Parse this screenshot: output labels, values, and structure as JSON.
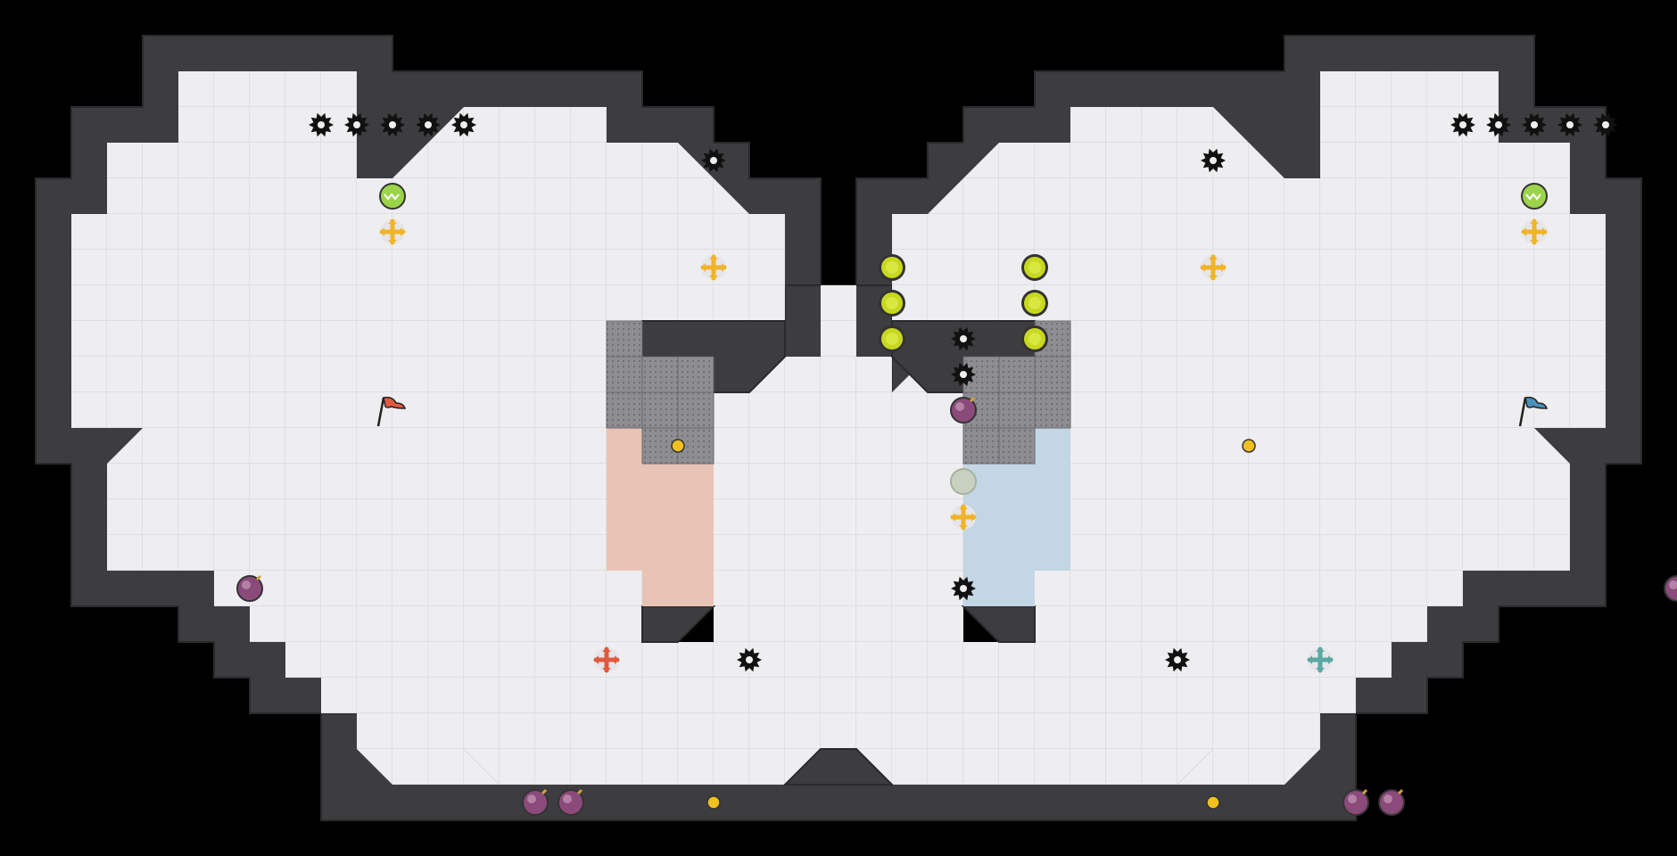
{
  "map": {
    "grid": {
      "cols": 46,
      "rows": 23
    },
    "colors": {
      "background": "#000000",
      "floor": "#eeeef0",
      "grid_line": "#d4d4d8",
      "wall": "#3d3d40",
      "wall_edge": "#2a2a2c",
      "red_zone": "#e8c4b6",
      "blue_zone": "#c2d6e4",
      "red_team": "#e05a40",
      "blue_team": "#4a90b8",
      "spike": "#111111",
      "boost": "#f0b429",
      "bomb": "#8a4a7a",
      "button": "#f0c020",
      "gate_on": "#c8d820",
      "powerup": "#9bd44a",
      "mine": "#c8d0c0"
    },
    "elements": [
      {
        "type": "spike",
        "col": 4,
        "row": 1
      },
      {
        "type": "spike",
        "col": 5,
        "row": 1
      },
      {
        "type": "spike",
        "col": 6,
        "row": 1
      },
      {
        "type": "spike",
        "col": 7,
        "row": 1
      },
      {
        "type": "spike",
        "col": 8,
        "row": 1
      },
      {
        "type": "spike",
        "col": 15,
        "row": 2
      },
      {
        "type": "spike",
        "col": 36,
        "row": 1
      },
      {
        "type": "spike",
        "col": 37,
        "row": 1
      },
      {
        "type": "spike",
        "col": 38,
        "row": 1
      },
      {
        "type": "spike",
        "col": 39,
        "row": 1
      },
      {
        "type": "spike",
        "col": 40,
        "row": 1
      },
      {
        "type": "spike",
        "col": 29,
        "row": 2
      },
      {
        "type": "spike",
        "col": 22,
        "row": 7
      },
      {
        "type": "spike",
        "col": 22,
        "row": 8
      },
      {
        "type": "spike",
        "col": 22,
        "row": 14
      },
      {
        "type": "spike",
        "col": 16,
        "row": 16
      },
      {
        "type": "spike",
        "col": 28,
        "row": 16
      },
      {
        "type": "powerup",
        "col": 6,
        "row": 3
      },
      {
        "type": "powerup",
        "col": 38,
        "row": 3
      },
      {
        "type": "boost",
        "variant": "yellow",
        "col": 6,
        "row": 4
      },
      {
        "type": "boost",
        "variant": "yellow",
        "col": 15,
        "row": 5
      },
      {
        "type": "boost",
        "variant": "yellow",
        "col": 29,
        "row": 5
      },
      {
        "type": "boost",
        "variant": "yellow",
        "col": 38,
        "row": 4
      },
      {
        "type": "boost",
        "variant": "yellow",
        "col": 22,
        "row": 12
      },
      {
        "type": "boost",
        "variant": "red",
        "col": 12,
        "row": 16
      },
      {
        "type": "boost",
        "variant": "blue",
        "col": 32,
        "row": 16
      },
      {
        "type": "gate",
        "col": 20,
        "row": 5
      },
      {
        "type": "gate",
        "col": 20,
        "row": 6
      },
      {
        "type": "gate",
        "col": 20,
        "row": 7
      },
      {
        "type": "gate",
        "col": 24,
        "row": 5
      },
      {
        "type": "gate",
        "col": 24,
        "row": 6
      },
      {
        "type": "gate",
        "col": 24,
        "row": 7
      },
      {
        "type": "flag",
        "team": "red",
        "col": 6,
        "row": 9
      },
      {
        "type": "flag",
        "team": "blue",
        "col": 38,
        "row": 9
      },
      {
        "type": "button",
        "col": 14,
        "row": 10
      },
      {
        "type": "button",
        "col": 30,
        "row": 10
      },
      {
        "type": "button",
        "col": 15,
        "row": 20
      },
      {
        "type": "button",
        "col": 29,
        "row": 20
      },
      {
        "type": "bomb",
        "col": 22,
        "row": 9
      },
      {
        "type": "bomb",
        "col": 2,
        "row": 14
      },
      {
        "type": "bomb",
        "col": 42,
        "row": 14
      },
      {
        "type": "bomb",
        "col": 10,
        "row": 20
      },
      {
        "type": "bomb",
        "col": 11,
        "row": 20
      },
      {
        "type": "bomb",
        "col": 33,
        "row": 20
      },
      {
        "type": "bomb",
        "col": 34,
        "row": 20
      },
      {
        "type": "mine",
        "col": 22,
        "row": 11
      }
    ]
  }
}
